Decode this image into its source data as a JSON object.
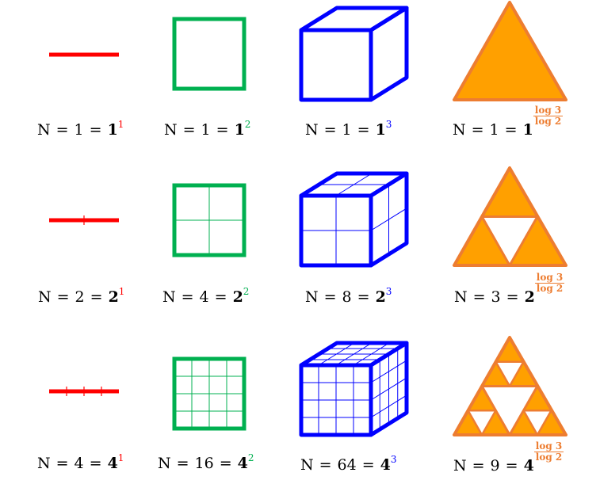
{
  "colors": {
    "line": "#ff0000",
    "square": "#00b050",
    "cube": "#0000ff",
    "triangle_fill": "#ffa000",
    "triangle_stroke": "#ed7d31"
  },
  "rows": [
    {
      "line": {
        "n": "1",
        "base": "1",
        "exp": "1"
      },
      "square": {
        "n": "1",
        "base": "1",
        "exp": "2"
      },
      "cube": {
        "n": "1",
        "base": "1",
        "exp": "3"
      },
      "triangle": {
        "n": "1",
        "base": "1",
        "exp_num": "log 3",
        "exp_den": "log 2"
      }
    },
    {
      "line": {
        "n": "2",
        "base": "2",
        "exp": "1"
      },
      "square": {
        "n": "4",
        "base": "2",
        "exp": "2"
      },
      "cube": {
        "n": "8",
        "base": "2",
        "exp": "3"
      },
      "triangle": {
        "n": "3",
        "base": "2",
        "exp_num": "log 3",
        "exp_den": "log 2"
      }
    },
    {
      "line": {
        "n": "4",
        "base": "4",
        "exp": "1"
      },
      "square": {
        "n": "16",
        "base": "4",
        "exp": "2"
      },
      "cube": {
        "n": "64",
        "base": "4",
        "exp": "3"
      },
      "triangle": {
        "n": "9",
        "base": "4",
        "exp_num": "log 3",
        "exp_den": "log 2"
      }
    }
  ],
  "symbols": {
    "n_label": "N",
    "equals": "="
  }
}
